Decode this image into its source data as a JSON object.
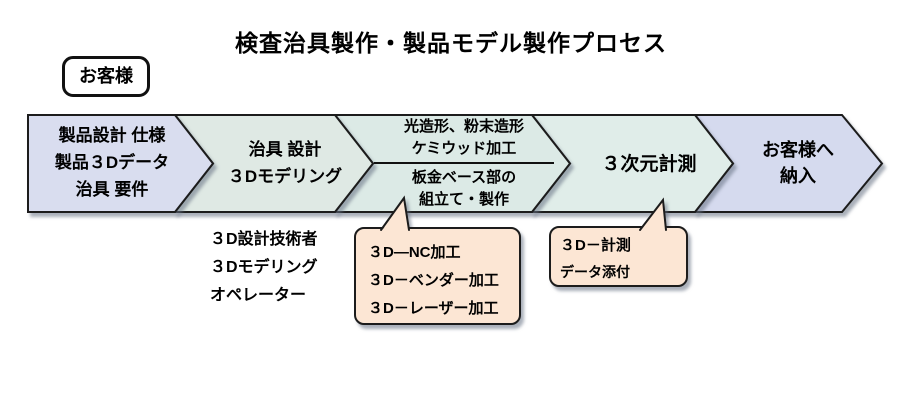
{
  "title": "検査治具製作・製品モデル製作プロセス",
  "customer": {
    "label": "お客様"
  },
  "colors": {
    "background": "#ffffff",
    "border": "#1c1c1c",
    "callout_fill": "#fce6d4",
    "shadow": "#8f9aa8"
  },
  "stages": [
    {
      "name": "requirements",
      "fill": "#d9ddef",
      "lines": [
        "製品設計 仕様",
        "製品３Dデータ",
        "治具 要件"
      ]
    },
    {
      "name": "jig-design",
      "fill": "#dfe9e4",
      "lines": [
        "治具 設計",
        "３Dモデリング"
      ]
    },
    {
      "name": "fabrication",
      "fill": "#dceae6",
      "lines_top": [
        "光造形、粉末造形",
        "ケミウッド加工"
      ],
      "lines_bottom": [
        "板金ベース部の",
        "組立て・製作"
      ]
    },
    {
      "name": "measurement",
      "fill": "#e0ede9",
      "lines": [
        "３次元計測"
      ]
    },
    {
      "name": "delivery",
      "fill": "#d5daee",
      "lines": [
        "お客様へ",
        "納入"
      ]
    }
  ],
  "staff_note": {
    "lines": [
      "３D設計技術者",
      "３Dモデリング",
      "オペレーター"
    ]
  },
  "callouts": [
    {
      "name": "machining",
      "lines": [
        "３D―NC加工",
        "３D－ベンダー加工",
        "３D－レーザー加工"
      ]
    },
    {
      "name": "measurement-data",
      "lines": [
        "３D－計測",
        "データ添付"
      ]
    }
  ]
}
